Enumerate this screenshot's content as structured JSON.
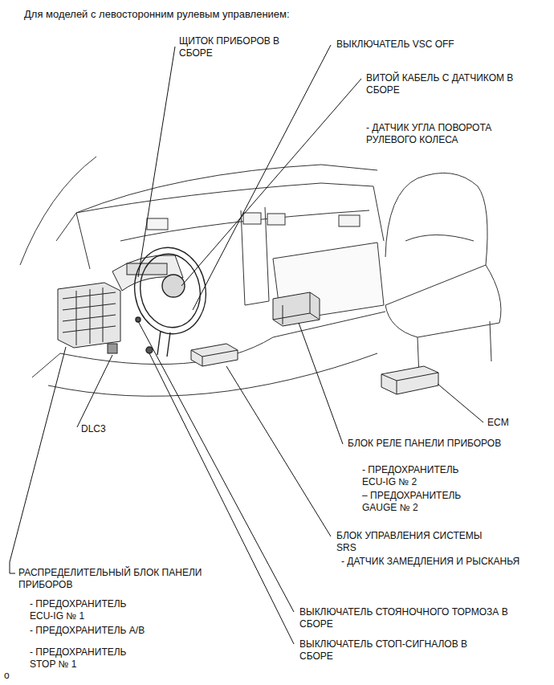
{
  "diagram": {
    "title": "Для моделей с левосторонним рулевым управлением:",
    "labels": [
      "ЩИТОК ПРИБОРОВ В СБОРЕ",
      "ВЫКЛЮЧАТЕЛЬ VSC OFF",
      "ВИТОЙ КАБЕЛЬ С ДАТЧИКОМ В СБОРЕ",
      "- ДАТЧИК УГЛА ПОВОРОТА РУЛЕВОГО КОЛЕСА",
      "DLC3",
      "ECM",
      "БЛОК РЕЛЕ ПАНЕЛИ ПРИБОРОВ",
      "- ПРЕДОХРАНИТЕЛЬ ECU-IG № 2",
      "– ПРЕДОХРАНИТЕЛЬ GAUGE № 2",
      "БЛОК УПРАВЛЕНИЯ СИСТЕМЫ SRS",
      "- ДАТЧИК ЗАМЕДЛЕНИЯ И РЫСКАНЬЯ",
      "РАСПРЕДЕЛИТЕЛЬНЫЙ БЛОК ПАНЕЛИ ПРИБОРОВ",
      "- ПРЕДОХРАНИТЕЛЬ ECU-IG № 1",
      "- ПРЕДОХРАНИТЕЛЬ A/B",
      "- ПРЕДОХРАНИТЕЛЬ STOP № 1",
      "ВЫКЛЮЧАТЕЛЬ СТОЯНОЧНОГО ТОРМОЗА В СБОРЕ",
      "ВЫКЛЮЧАТЕЛЬ СТОП-СИГНАЛОВ В СБОРЕ",
      "o"
    ]
  }
}
